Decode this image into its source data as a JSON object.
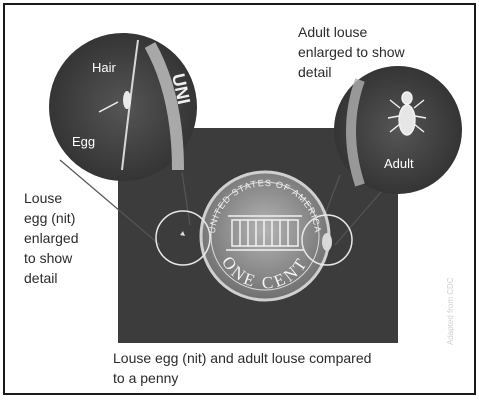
{
  "labels": {
    "adult_caption": "Adult louse\nenlarged to show\ndetail",
    "egg_caption": "Louse\negg (nit)\nenlarged\nto show\ndetail",
    "bottom_caption": "Louse egg (nit) and adult louse compared\nto a penny",
    "hair": "Hair",
    "egg": "Egg",
    "adult": "Adult",
    "credit": "Adapted from CDC"
  },
  "penny": {
    "top_text": "UNITED STATES OF AMERICA",
    "bottom_text": "ONE CENT",
    "zoom_text": "UNI"
  },
  "colors": {
    "photo_bg": "#3c3c3c",
    "circle_bg": "#414141",
    "penny": "#8a8a8a",
    "frame": "#1a1a1a"
  }
}
